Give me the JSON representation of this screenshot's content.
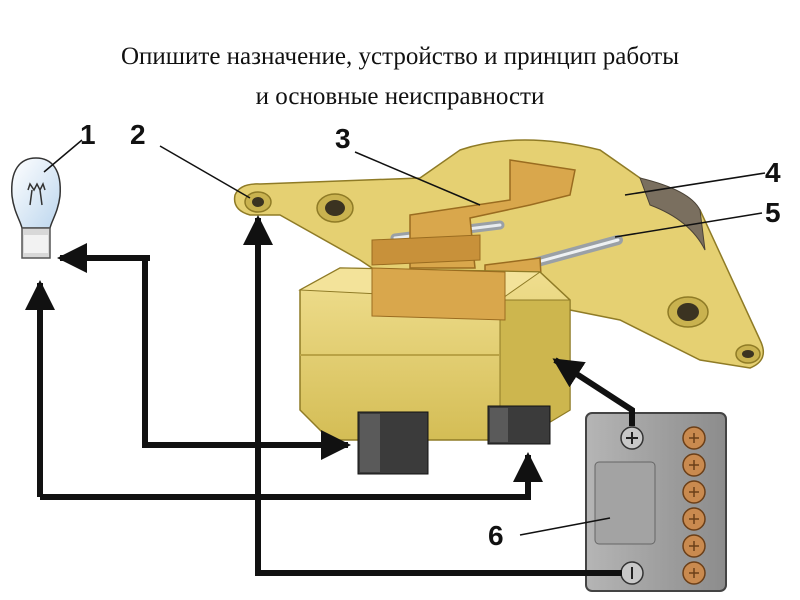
{
  "title": {
    "line1": "Опишите назначение, устройство и принцип работы",
    "line2": "и основные неисправности"
  },
  "labels": [
    "1",
    "2",
    "3",
    "4",
    "5",
    "6"
  ],
  "colors": {
    "body": "#ead67a",
    "body_shadow": "#cdb64e",
    "copper": "#d8a24a",
    "plate": "#e9d474",
    "brush": "#3b3b3b",
    "battery": "#9a9a9a",
    "terminal": "#c98a4f",
    "arrow": "#111111"
  },
  "icons": [
    "lamp-icon",
    "battery-plus-icon",
    "battery-minus-icon"
  ]
}
